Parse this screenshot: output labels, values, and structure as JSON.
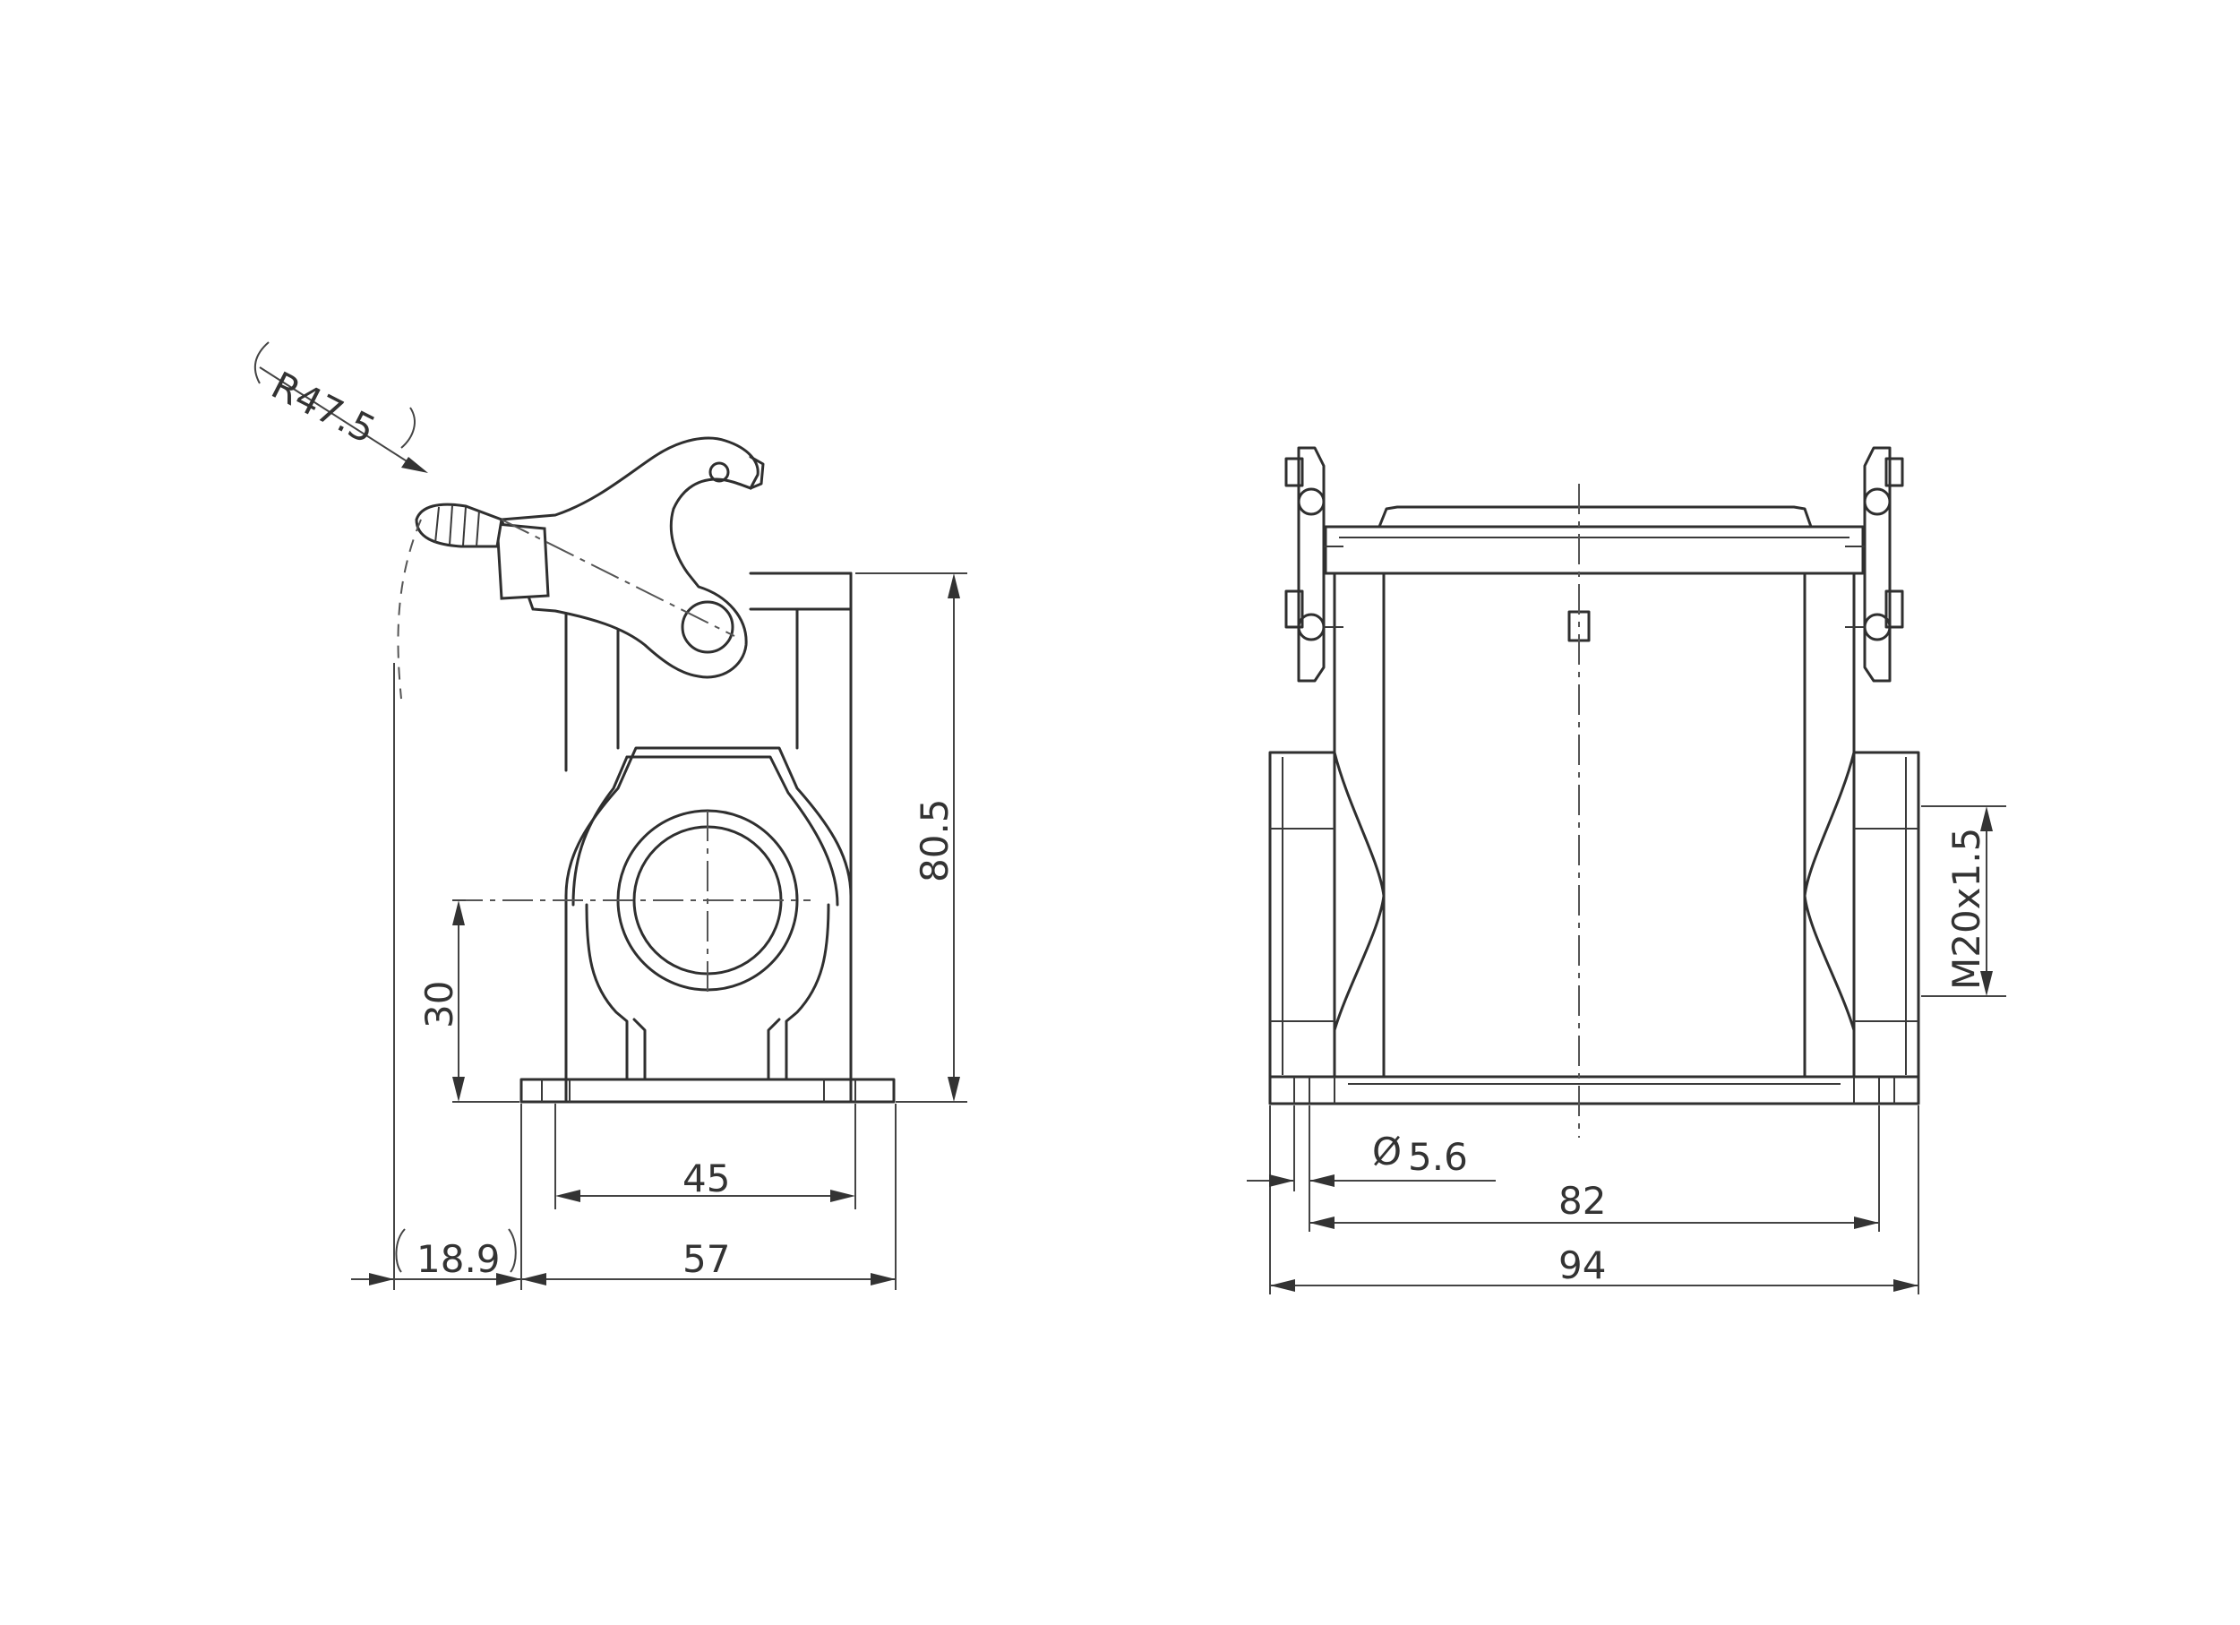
{
  "dimensions": {
    "radius": "R47.5",
    "height_total": "80.5",
    "entry_height": "30",
    "hole_spacing_side": "45",
    "base_width_side": "57",
    "lever_offset": "18.9",
    "hole_diameter": "5.6",
    "hole_spacing_front": "82",
    "base_width_front": "94",
    "thread": "M20x1.5"
  },
  "symbols": {
    "diameter": "Ø"
  },
  "colors": {
    "line": "#2f2f2f",
    "background": "#ffffff"
  }
}
